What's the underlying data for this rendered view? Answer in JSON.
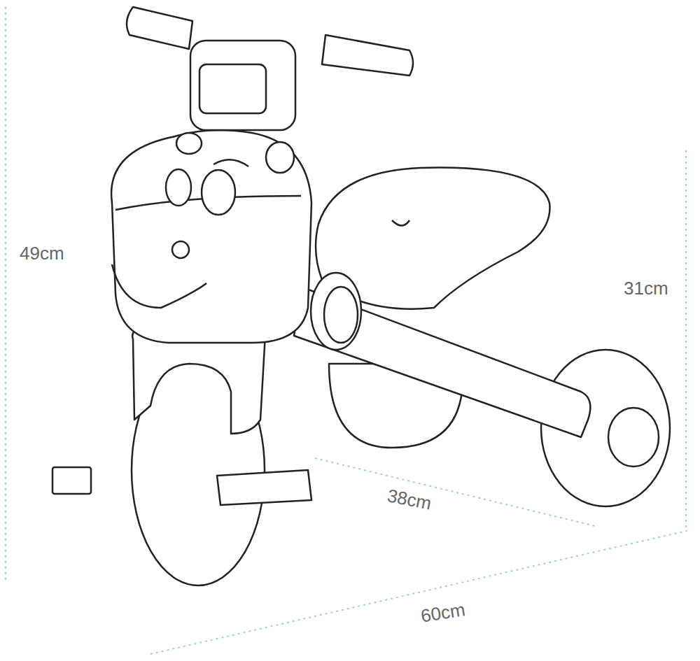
{
  "diagram": {
    "labels": [
      "49cm",
      "31cm",
      "38cm",
      "60cm"
    ]
  }
}
